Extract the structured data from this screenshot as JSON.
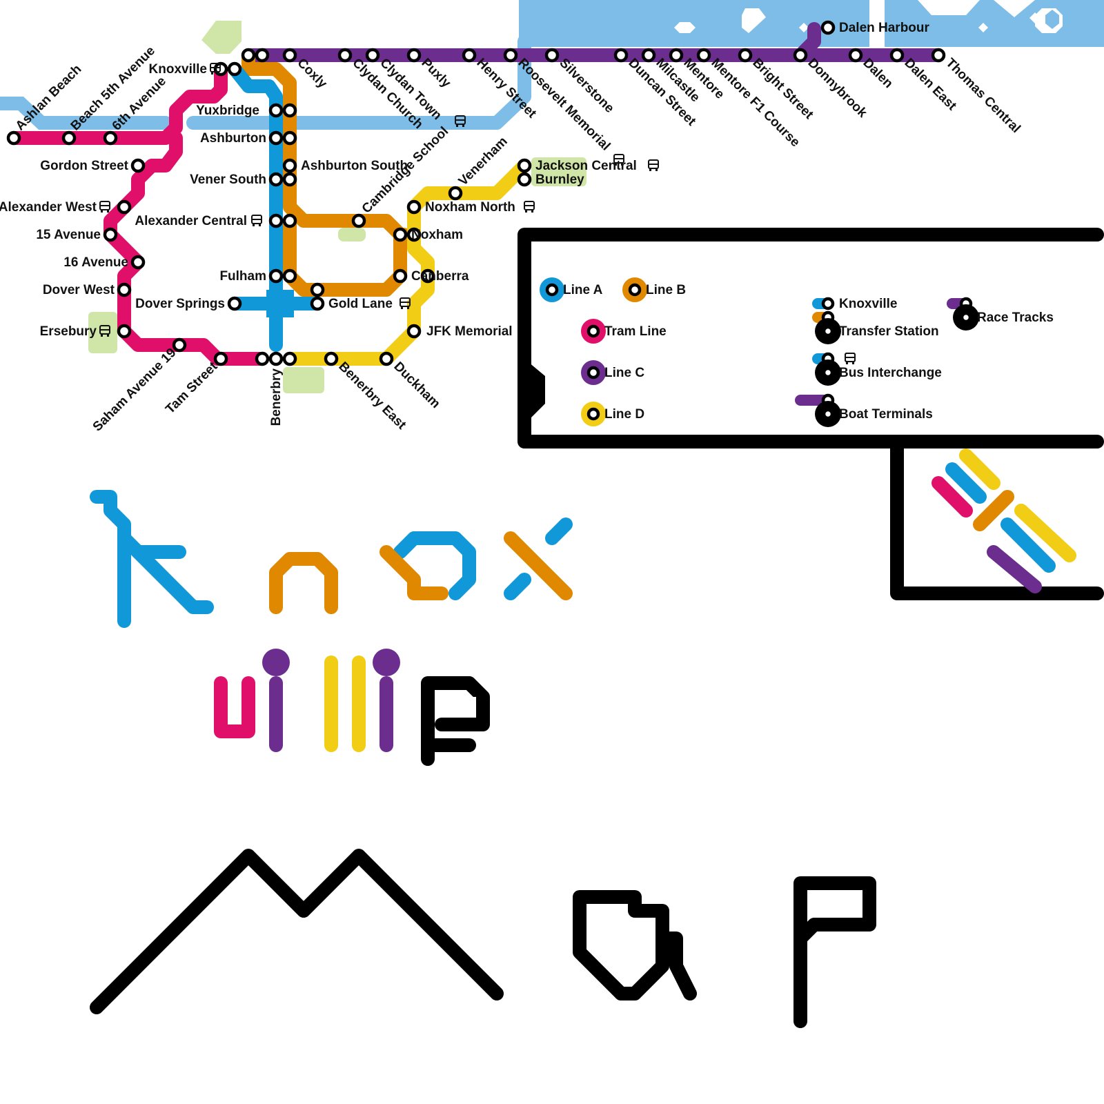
{
  "colors": {
    "line_a": "#1098D8",
    "line_b": "#DF8800",
    "tram": "#E0106A",
    "line_c": "#6B2D8E",
    "line_d": "#F2CD15",
    "water": "#7DBDE8",
    "park": "#D0E6A8",
    "ink": "#000000"
  },
  "stations": {
    "ashlan_beach": "Ashlan Beach",
    "beach_5th": "Beach 5th Avenue",
    "sixth_avenue": "6th Avenue",
    "knoxville": "Knoxville",
    "yuxbridge": "Yuxbridge",
    "ashburton": "Ashburton",
    "vener_south": "Vener South",
    "alexander_central": "Alexander Central",
    "fulham": "Fulham",
    "dover_springs": "Dover Springs",
    "gordon_street": "Gordon Street",
    "alexander_west": "Alexander West",
    "avenue_15": "15 Avenue",
    "avenue_16": "16 Avenue",
    "dover_west": "Dover West",
    "ersebury": "Ersebury",
    "saham_19": "Saham Avenue 19",
    "tam_street": "Tam Street",
    "benerbry": "Benerbry",
    "benerbry_east": "Benerbry East",
    "duckham": "Duckham",
    "jfk_memorial": "JFK Memorial",
    "canberra": "Canberra",
    "noxham": "Noxham",
    "noxham_north": "Noxham North",
    "venerham": "Venerham",
    "cambridge_school": "Cambridge School",
    "ashburton_south": "Ashburton South",
    "gold_lane": "Gold Lane",
    "jackson_central": "Jackson Central",
    "burnley": "Burnley",
    "coxly": "Coxly",
    "clydan_church": "Clydan Church",
    "clydan_town": "Clydan Town",
    "puxly": "Puxly",
    "henry_street": "Henry Street",
    "roosevelt_memorial": "Roosevelt Memorial",
    "silverstone": "Silverstone",
    "duncan_street": "Duncan Street",
    "milcastle": "Milcastle",
    "mentore": "Mentore",
    "mentore_f1": "Mentore F1 Course",
    "bright_street": "Bright Street",
    "donnybrook": "Donnybrook",
    "dalen": "Dalen",
    "dalen_east": "Dalen East",
    "thomas_central": "Thomas Central",
    "dalen_harbour": "Dalen Harbour"
  },
  "legend": {
    "line_a": "Line A",
    "line_b": "Line B",
    "tram": "Tram Line",
    "line_c": "Line C",
    "line_d": "Line D",
    "knoxville": "Knoxville",
    "transfer": "Transfer Station",
    "bus": "Bus Interchange",
    "boat": "Boat Terminals",
    "race": "Race Tracks"
  }
}
